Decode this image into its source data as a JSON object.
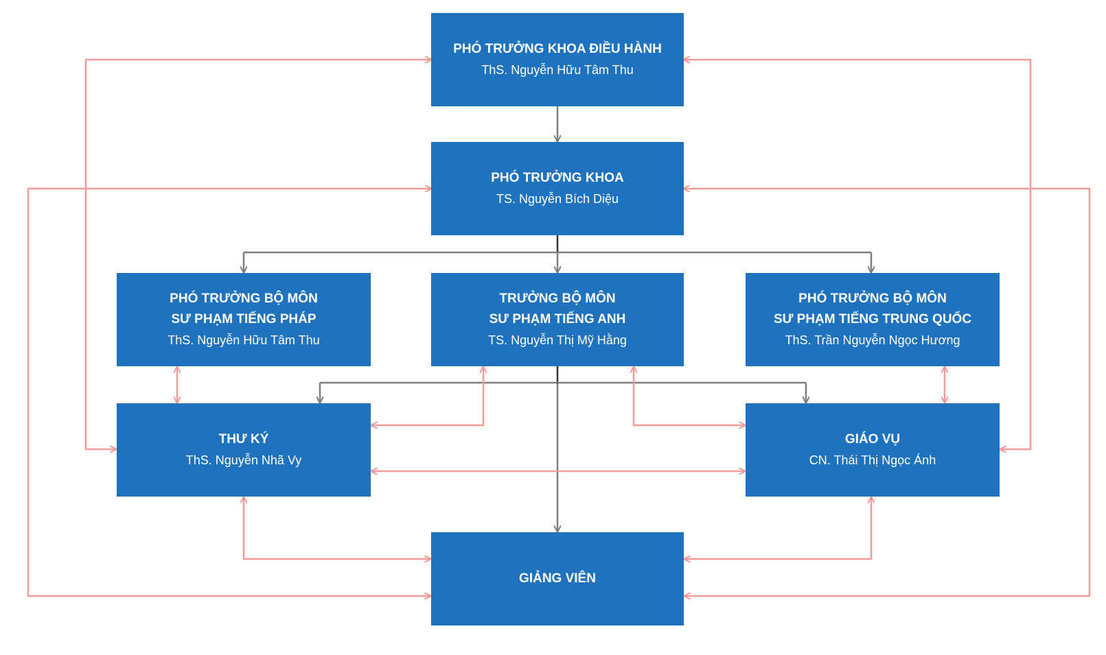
{
  "nodes": {
    "executive_vice_dean": {
      "title": "PHÓ TRƯỞNG KHOA ĐIỀU HÀNH",
      "person": "ThS. Nguyễn Hữu Tâm Thu"
    },
    "vice_dean": {
      "title": "PHÓ TRƯỞNG KHOA",
      "person": "TS. Nguyễn Bích Diệu"
    },
    "vice_head_french": {
      "title_line1": "PHÓ TRƯỞNG BỘ MÔN",
      "title_line2": "SƯ PHẠM TIẾNG PHÁP",
      "person": "ThS. Nguyễn Hữu Tâm Thu"
    },
    "head_english": {
      "title_line1": "TRƯỞNG BỘ MÔN",
      "title_line2": "SƯ PHẠM TIẾNG ANH",
      "person": "TS. Nguyễn Thị Mỹ Hằng"
    },
    "vice_head_chinese": {
      "title_line1": "PHÓ TRƯỞNG BỘ MÔN",
      "title_line2": "SƯ PHẠM TIẾNG TRUNG QUỐC",
      "person": "ThS. Trần Nguyễn Ngọc Hương"
    },
    "secretary": {
      "title": "THƯ KÝ",
      "person": "ThS. Nguyễn Nhã Vy"
    },
    "academic_affairs": {
      "title": "GIÁO VỤ",
      "person": "CN. Thái Thị Ngọc Ánh"
    },
    "lecturers": {
      "title": "GIẢNG VIÊN"
    }
  },
  "colors": {
    "box_fill": "#1f72bd",
    "box_text": "#ffffff",
    "hierarchy_line": "#7f7f7f",
    "coordination_line": "#f59a9a"
  }
}
